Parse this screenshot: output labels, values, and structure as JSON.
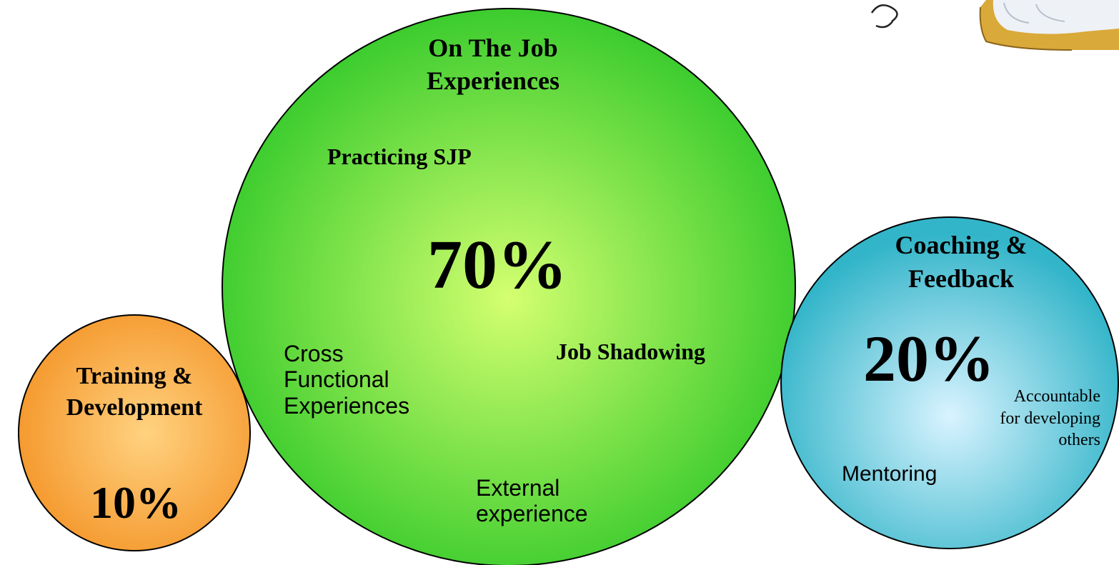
{
  "colors": {
    "green_center": "#d4ff70",
    "green_edge": "#33c92a",
    "orange_center": "#ffd280",
    "orange_edge": "#f59a30",
    "blue_center": "#d9f3ff",
    "blue_edge": "#33b5c9",
    "outline": "#000000"
  },
  "green_circle": {
    "heading_line1": "On The Job",
    "heading_line2": "Experiences",
    "practicing": "Practicing SJP",
    "percent": "70%",
    "cross_line1": "Cross",
    "cross_line2": "Functional",
    "cross_line3": "Experiences",
    "job_shadowing": "Job Shadowing",
    "external_line1": "External",
    "external_line2": "experience"
  },
  "orange_circle": {
    "heading_line1": "Training &",
    "heading_line2": "Development",
    "percent": "10%"
  },
  "blue_circle": {
    "heading_line1": "Coaching &",
    "heading_line2": "Feedback",
    "percent": "20%",
    "accountable_line1": "Accountable",
    "accountable_line2": "for developing",
    "accountable_line3": "others",
    "mentoring": "Mentoring"
  },
  "corner_image": {
    "description_icon": "handwriting-and-gloves-image-icon"
  }
}
